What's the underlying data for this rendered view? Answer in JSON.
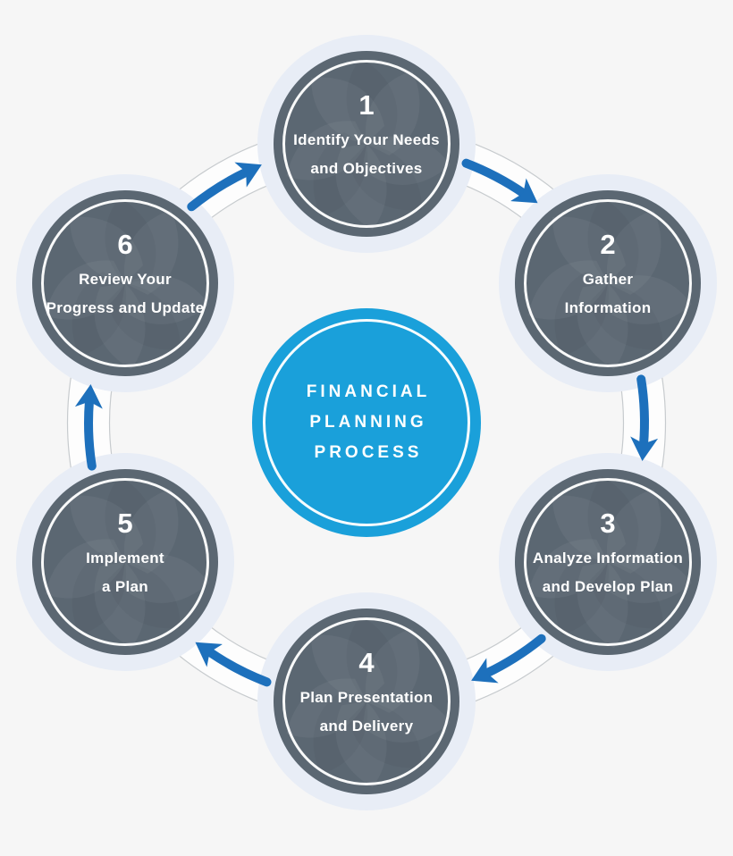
{
  "diagram": {
    "center": {
      "title_line1": "FINANCIAL",
      "title_line2": "PLANNING",
      "title_line3": "PROCESS"
    },
    "steps": [
      {
        "number": "1",
        "label_line1": "Identify Your Needs",
        "label_line2": "and Objectives"
      },
      {
        "number": "2",
        "label_line1": "Gather",
        "label_line2": "Information"
      },
      {
        "number": "3",
        "label_line1": "Analyze Information",
        "label_line2": "and Develop Plan"
      },
      {
        "number": "4",
        "label_line1": "Plan Presentation",
        "label_line2": "and Delivery"
      },
      {
        "number": "5",
        "label_line1": "Implement",
        "label_line2": "a Plan"
      },
      {
        "number": "6",
        "label_line1": "Review Your",
        "label_line2": "Progress and Update"
      }
    ],
    "colors": {
      "background": "#f6f6f6",
      "step_circle": "#5b6772",
      "center_circle": "#1aa0da",
      "arrow": "#1d70bc",
      "halo": "#e8edf6",
      "track_line": "#c7cbce"
    },
    "flow_direction": "clockwise"
  }
}
